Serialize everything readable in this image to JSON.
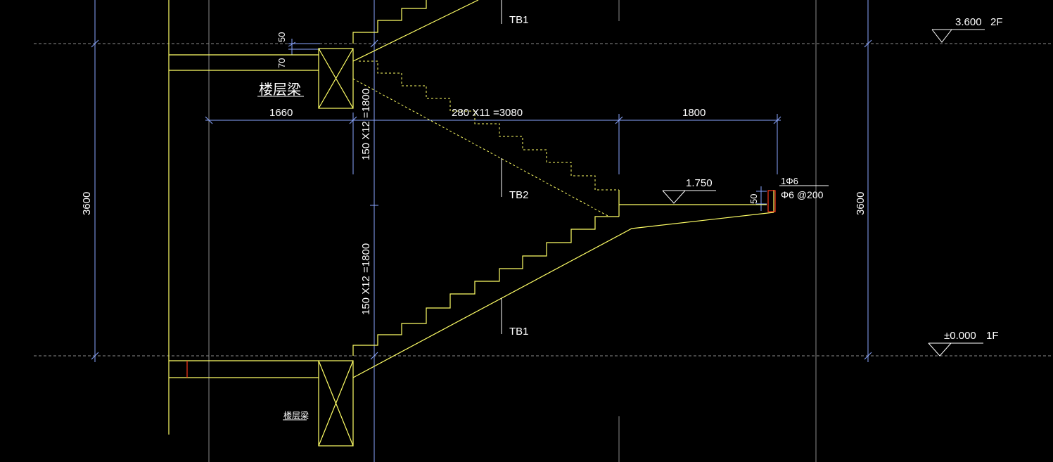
{
  "colors": {
    "background": "#000000",
    "structure": "#ffff66",
    "hidden": "#ffff66",
    "dimension": "#8aa6ff",
    "grid": "#8c8c8c",
    "text": "#ffffff",
    "rebar": "#ff3a1a"
  },
  "labels": {
    "tb1_top": "TB1",
    "tb1_bottom": "TB1",
    "tb2": "TB2",
    "beam_top": "楼层梁",
    "beam_bottom": "楼层梁"
  },
  "dimensions": {
    "d50_top": "50",
    "d70": "70",
    "d1660": "1660",
    "d_run": "280 X11 =3080",
    "d1800": "1800",
    "d_rise_upper": "150 X12 =1800",
    "d_rise_lower": "150 X12 =1800",
    "d3600_left": "3600",
    "d3600_right": "3600",
    "d50_right": "50"
  },
  "levels": {
    "floor2_value": "3.600",
    "floor2_name": "2F",
    "floor1_value": "±0.000",
    "floor1_name": "1F",
    "landing_value": "1.750"
  },
  "rebar": {
    "line1": "1Φ6",
    "line2": "Φ6 @200"
  }
}
